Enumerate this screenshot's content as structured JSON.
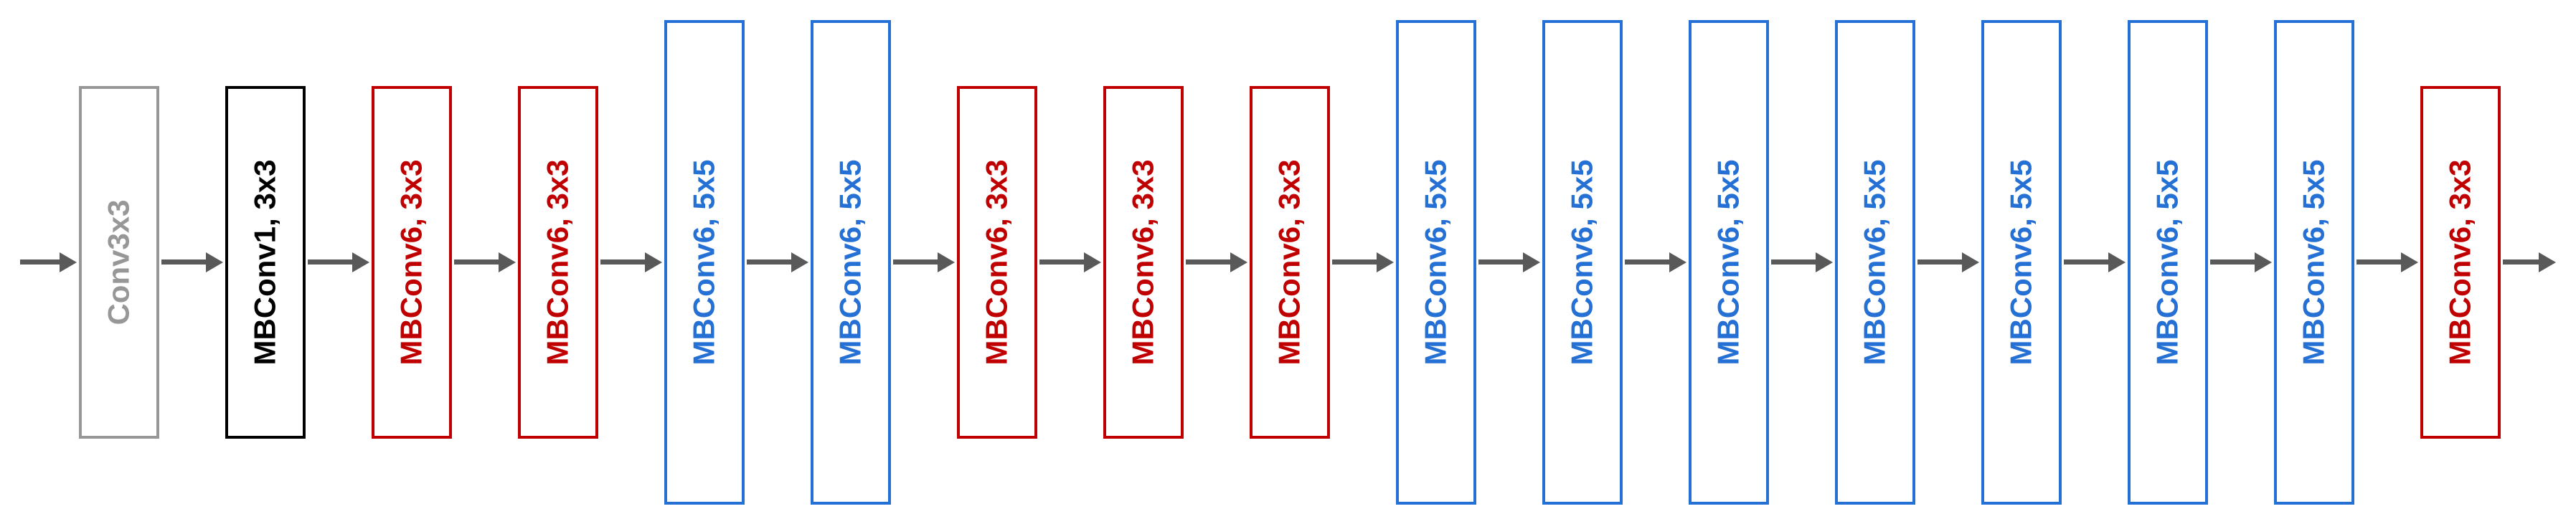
{
  "diagram": {
    "kind": "neural-network-architecture-flow",
    "blocks": [
      {
        "label": "Conv3x3",
        "color": "gray",
        "size": "short"
      },
      {
        "label": "MBConv1, 3x3",
        "color": "black",
        "size": "short"
      },
      {
        "label": "MBConv6, 3x3",
        "color": "red",
        "size": "short"
      },
      {
        "label": "MBConv6, 3x3",
        "color": "red",
        "size": "short"
      },
      {
        "label": "MBConv6, 5x5",
        "color": "blue",
        "size": "tall"
      },
      {
        "label": "MBConv6, 5x5",
        "color": "blue",
        "size": "tall"
      },
      {
        "label": "MBConv6, 3x3",
        "color": "red",
        "size": "short"
      },
      {
        "label": "MBConv6, 3x3",
        "color": "red",
        "size": "short"
      },
      {
        "label": "MBConv6, 3x3",
        "color": "red",
        "size": "short"
      },
      {
        "label": "MBConv6, 5x5",
        "color": "blue",
        "size": "tall"
      },
      {
        "label": "MBConv6, 5x5",
        "color": "blue",
        "size": "tall"
      },
      {
        "label": "MBConv6, 5x5",
        "color": "blue",
        "size": "tall"
      },
      {
        "label": "MBConv6, 5x5",
        "color": "blue",
        "size": "tall"
      },
      {
        "label": "MBConv6, 5x5",
        "color": "blue",
        "size": "tall"
      },
      {
        "label": "MBConv6, 5x5",
        "color": "blue",
        "size": "tall"
      },
      {
        "label": "MBConv6, 5x5",
        "color": "blue",
        "size": "tall"
      },
      {
        "label": "MBConv6, 3x3",
        "color": "red",
        "size": "short"
      }
    ],
    "colors": {
      "gray": "#979797",
      "black": "#000000",
      "red": "#c00000",
      "blue": "#2570d4",
      "arrow": "#595959"
    }
  }
}
